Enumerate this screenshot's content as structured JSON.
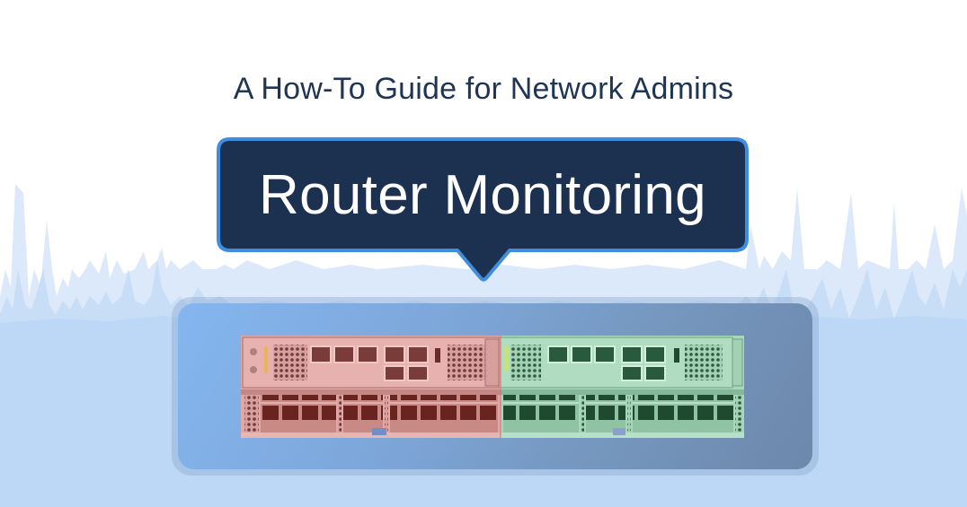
{
  "header": {
    "subtitle": "A How-To Guide for Network Admins",
    "title": "Router Monitoring"
  },
  "colors": {
    "title_box_fill": "#1c3150",
    "title_box_border": "#3f8de0",
    "subtitle_text": "#1e3553",
    "wave_light": "#dbe9fb",
    "wave_mid": "#c4dcf7",
    "wave_base": "#bcd8f6",
    "panel_gradient_start": "#84b6ef",
    "panel_gradient_end": "#6d88ab",
    "router_left_tint": "#e8a7a4",
    "router_right_tint": "#a9d9be"
  },
  "illustration": {
    "device": "router-chassis",
    "left_highlight": "red",
    "right_highlight": "green"
  }
}
